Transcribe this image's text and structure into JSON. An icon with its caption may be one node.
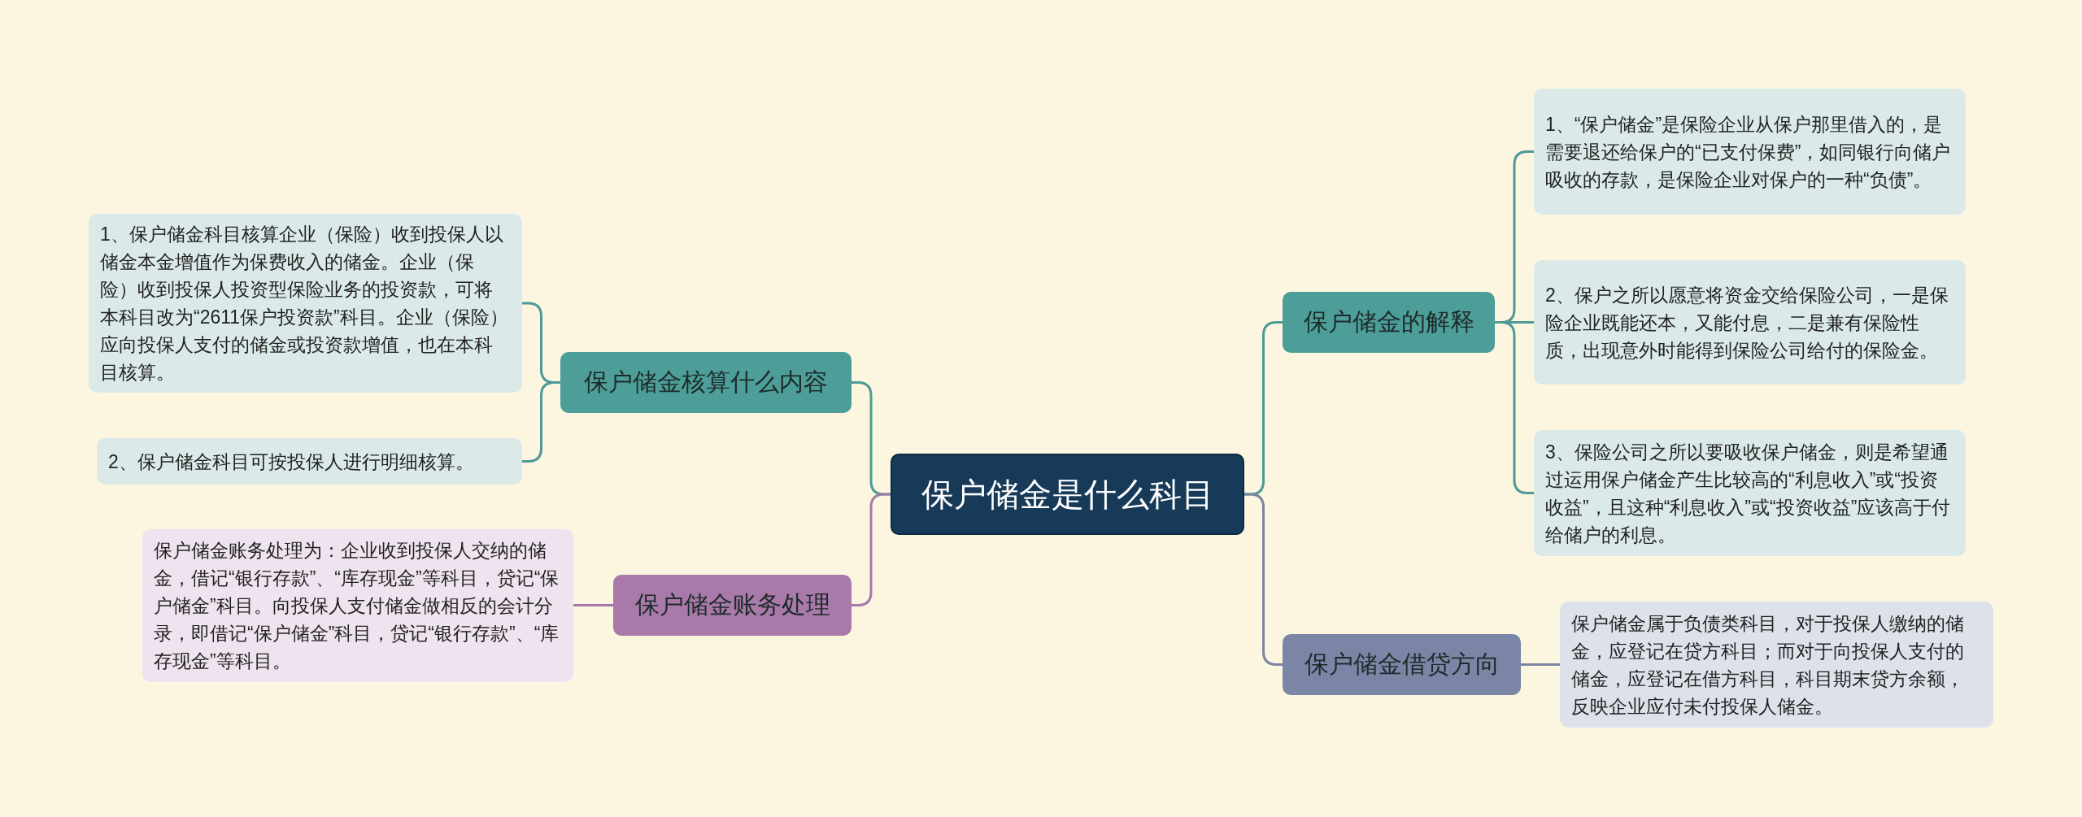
{
  "diagram": {
    "nodes": [
      {
        "text": [
          "保户储金是什么科目"
        ]
      },
      {
        "text": [
          "保户储金核算什么内容"
        ]
      },
      {
        "text": [
          "1、保户储金科目核算企业（保险）收到投保人以储金本金增值作为保费收入的储金。企业（保险）收到投保人投资型保险业务的投资款，可将本科目改为“2611保户投资款”科目。企业（保险）应向投保人支付的储金或投资款增值，也在本科目核算。"
        ]
      },
      {
        "text": [
          "2、保户储金科目可按投保人进行明细核算。"
        ]
      },
      {
        "text": [
          "保户储金账务处理"
        ]
      },
      {
        "text": [
          "保户储金账务处理为：企业收到投保人交纳的储金，借记“银行存款”、“库存现金”等科目，贷记“保户储金”科目。向投保人支付储金做相反的会计分录，即借记“保户储金”科目，贷记“银行存款”、“库存现金”等科目。"
        ]
      },
      {
        "text": [
          "保户储金的解释"
        ]
      },
      {
        "text": [
          "1、“保户储金”是保险企业从保户那里借入的，是需要退还给保户的“已支付保费”，如同银行向储户吸收的存款，是保险企业对保户的一种“负债”。"
        ]
      },
      {
        "text": [
          "2、保户之所以愿意将资金交给保险公司，一是保险企业既能还本，又能付息，二是兼有保险性质，出现意外时能得到保险公司给付的保险金。"
        ]
      },
      {
        "text": [
          "3、保险公司之所以要吸收保户储金，则是希望通过运用保户储金产生比较高的“利息收入”或“投资收益”，且这种“利息收入”或“投资收益”应该高于付给储户的利息。"
        ]
      },
      {
        "text": [
          "保户储金借贷方向"
        ]
      },
      {
        "text": [
          "保户储金属于负债类科目，对于投保人缴纳的储金，应登记在贷方科目；而对于向投保人支付的储金，应登记在借方科目，科目期末贷方余额，反映企业应付未付投保人储金。"
        ]
      }
    ],
    "edges": [
      {
        "from": 0,
        "to": 1,
        "arrow": "none"
      },
      {
        "from": 1,
        "to": 2,
        "arrow": "none"
      },
      {
        "from": 1,
        "to": 3,
        "arrow": "none"
      },
      {
        "from": 0,
        "to": 4,
        "arrow": "none",
        "color": "#a47aa8"
      },
      {
        "from": 4,
        "to": 5,
        "arrow": "none",
        "color": "#a47aa8"
      },
      {
        "from": 0,
        "to": 6,
        "arrow": "none"
      },
      {
        "from": 6,
        "to": 7,
        "arrow": "none"
      },
      {
        "from": 6,
        "to": 8,
        "arrow": "none"
      },
      {
        "from": 6,
        "to": 9,
        "arrow": "none"
      },
      {
        "from": 0,
        "to": 10,
        "arrow": "none",
        "color": "#7b84a3"
      },
      {
        "from": 10,
        "to": 11,
        "arrow": "none",
        "color": "#7b84a3"
      }
    ]
  }
}
